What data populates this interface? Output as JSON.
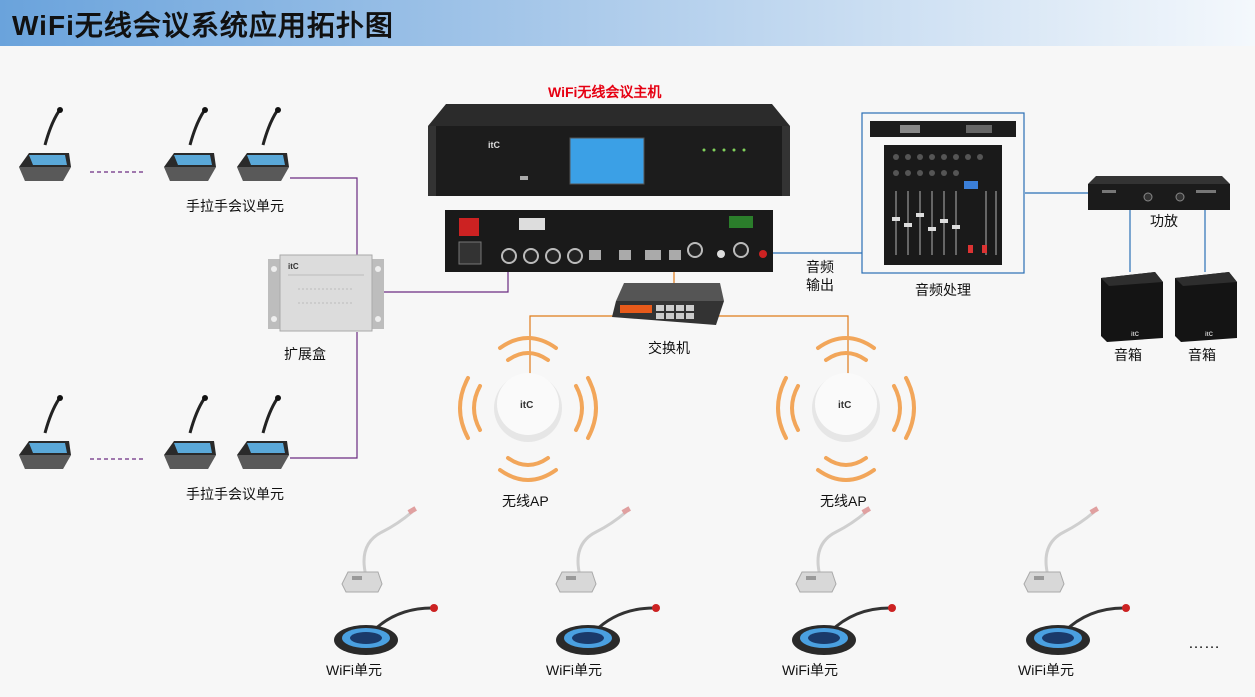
{
  "title": "WiFi无线会议系统应用拓扑图",
  "host": {
    "label": "WiFi无线会议主机",
    "brand": "itC"
  },
  "labels": {
    "wired_unit_top": "手拉手会议单元",
    "wired_unit_bottom": "手拉手会议单元",
    "expansion_box": "扩展盒",
    "switch": "交换机",
    "audio_out_line1": "音频",
    "audio_out_line2": "输出",
    "audio_processor": "音频处理",
    "amplifier": "功放",
    "speaker_left": "音箱",
    "speaker_right": "音箱",
    "ap_left": "无线AP",
    "ap_right": "无线AP",
    "wifi_unit_1": "WiFi单元",
    "wifi_unit_2": "WiFi单元",
    "wifi_unit_3": "WiFi单元",
    "wifi_unit_4": "WiFi单元",
    "ellipsis": "……"
  },
  "brand_marks": {
    "ap": "itC",
    "speaker": "itC",
    "expansion": "itC"
  },
  "colors": {
    "title_text": "#111111",
    "host_label": "#e60012",
    "wire_purple": "#6b2c82",
    "wire_orange": "#e07b1a",
    "wire_blue": "#2a6fb5",
    "wifi_wave": "#f2a65a"
  }
}
